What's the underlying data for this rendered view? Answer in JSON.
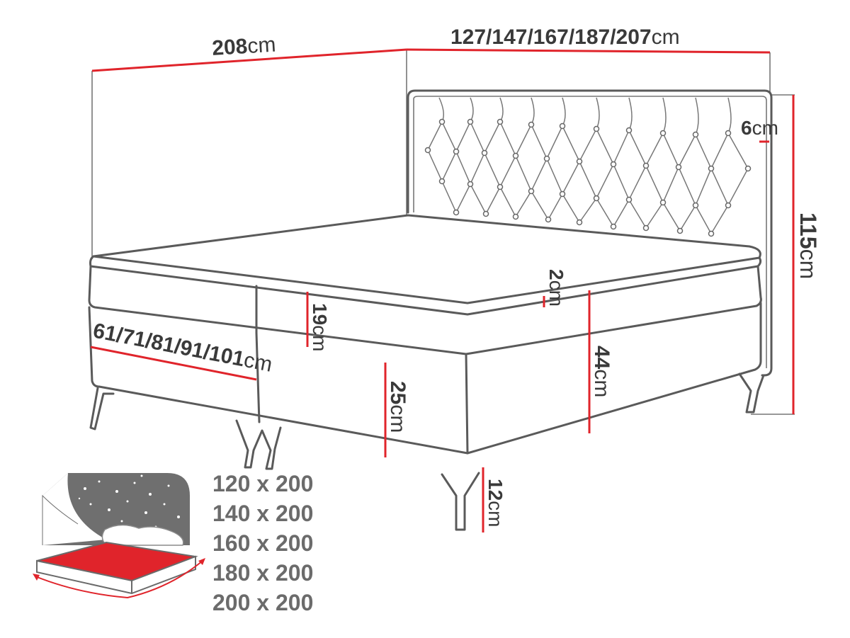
{
  "diagram": {
    "dimensions": {
      "length": {
        "value": "208",
        "unit": "cm"
      },
      "width": {
        "value": "127/147/167/187/207",
        "unit": "cm"
      },
      "headboard_thickness": {
        "value": "6",
        "unit": "cm"
      },
      "total_height": {
        "value": "115",
        "unit": "cm"
      },
      "topper_height": {
        "value": "2",
        "unit": "cm"
      },
      "mattress_height": {
        "value": "19",
        "unit": "cm"
      },
      "half_width": {
        "value": "61/71/81/91/101",
        "unit": "cm"
      },
      "box_height": {
        "value": "25",
        "unit": "cm"
      },
      "sleep_height": {
        "value": "44",
        "unit": "cm"
      },
      "leg_height": {
        "value": "12",
        "unit": "cm"
      }
    },
    "sizes": [
      "120 x 200",
      "140 x 200",
      "160 x 200",
      "180 x 200",
      "200 x 200"
    ],
    "colors": {
      "accent": "#e0242b",
      "outline": "#5a5a5a",
      "text": "#3a3a3a",
      "legend_text": "#6b6b6b"
    }
  }
}
